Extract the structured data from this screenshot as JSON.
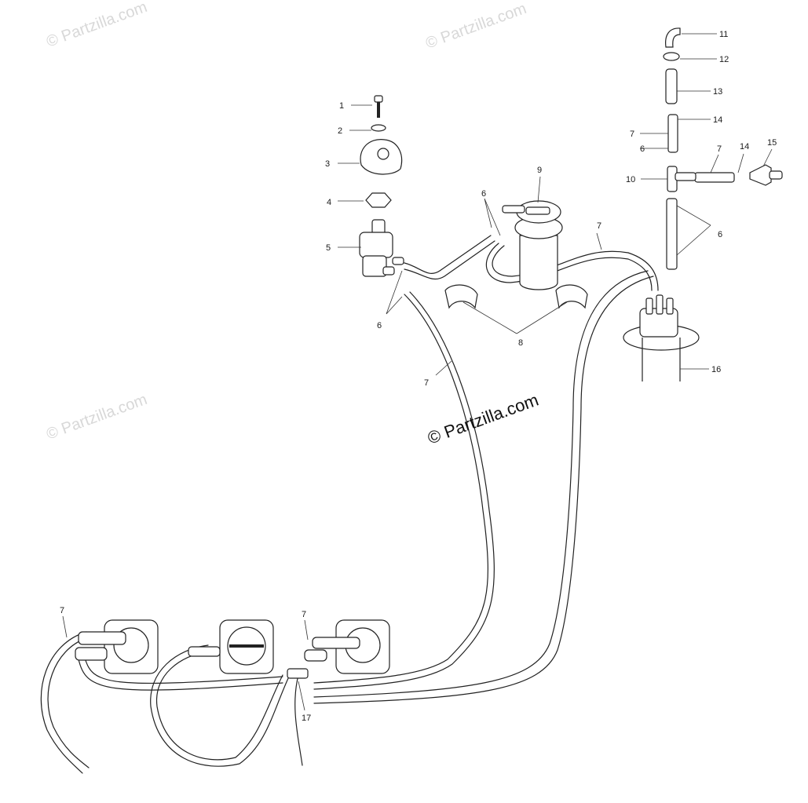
{
  "watermark": {
    "main": "© Partzilla.com",
    "faint": "© Partzilla.com"
  },
  "callouts": [
    {
      "id": "c1",
      "label": "1"
    },
    {
      "id": "c2",
      "label": "2"
    },
    {
      "id": "c3",
      "label": "3"
    },
    {
      "id": "c4",
      "label": "4"
    },
    {
      "id": "c5",
      "label": "5"
    },
    {
      "id": "c6a",
      "label": "6"
    },
    {
      "id": "c6b",
      "label": "6"
    },
    {
      "id": "c6c",
      "label": "6"
    },
    {
      "id": "c6d",
      "label": "6"
    },
    {
      "id": "c7a",
      "label": "7"
    },
    {
      "id": "c7b",
      "label": "7"
    },
    {
      "id": "c7c",
      "label": "7"
    },
    {
      "id": "c7d",
      "label": "7"
    },
    {
      "id": "c7e",
      "label": "7"
    },
    {
      "id": "c7f",
      "label": "7"
    },
    {
      "id": "c8",
      "label": "8"
    },
    {
      "id": "c9",
      "label": "9"
    },
    {
      "id": "c10",
      "label": "10"
    },
    {
      "id": "c11",
      "label": "11"
    },
    {
      "id": "c12",
      "label": "12"
    },
    {
      "id": "c13",
      "label": "13"
    },
    {
      "id": "c14a",
      "label": "14"
    },
    {
      "id": "c14b",
      "label": "14"
    },
    {
      "id": "c15",
      "label": "15"
    },
    {
      "id": "c16",
      "label": "16"
    },
    {
      "id": "c17",
      "label": "17"
    }
  ]
}
